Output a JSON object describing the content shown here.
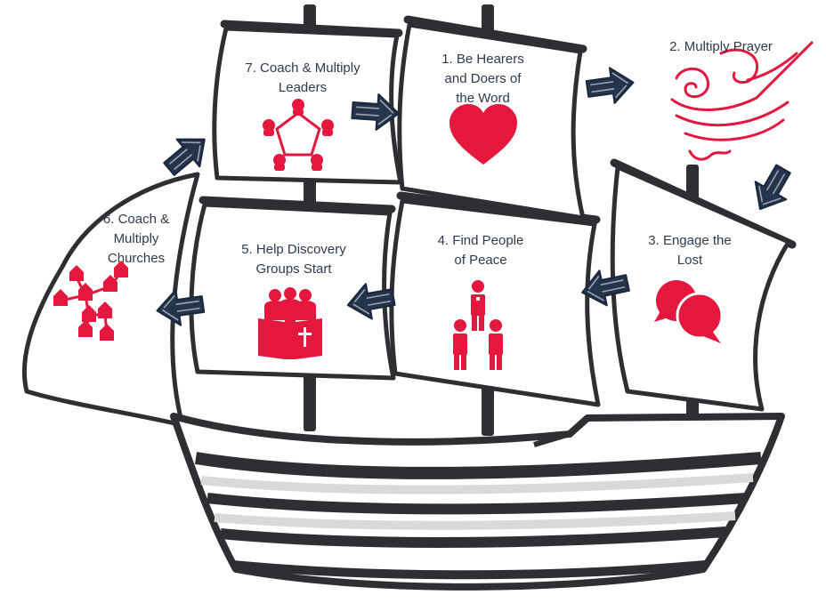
{
  "colors": {
    "accent": "#e4173e",
    "arrow": "#24344d",
    "outline": "#2d2f33",
    "sail": "#ffffff",
    "hull_stripe": "#d9d9d9"
  },
  "steps": [
    {
      "number": "1",
      "lines": [
        "1. Be Hearers",
        "and Doers of",
        "the Word"
      ],
      "icon": "heart-icon"
    },
    {
      "number": "2",
      "lines": [
        "2. Multiply Prayer"
      ],
      "icon": "wind-swirl-icon"
    },
    {
      "number": "3",
      "lines": [
        "3. Engage the",
        "Lost"
      ],
      "icon": "speech-bubbles-icon"
    },
    {
      "number": "4",
      "lines": [
        "4. Find People",
        "of Peace"
      ],
      "icon": "three-people-icon"
    },
    {
      "number": "5",
      "lines": [
        "5. Help Discovery",
        "Groups Start"
      ],
      "icon": "group-with-bible-icon"
    },
    {
      "number": "6",
      "lines": [
        "6. Coach &",
        "Multiply",
        "Churches"
      ],
      "icon": "church-network-icon"
    },
    {
      "number": "7",
      "lines": [
        "7. Coach & Multiply",
        "Leaders"
      ],
      "icon": "leader-circle-icon"
    }
  ]
}
